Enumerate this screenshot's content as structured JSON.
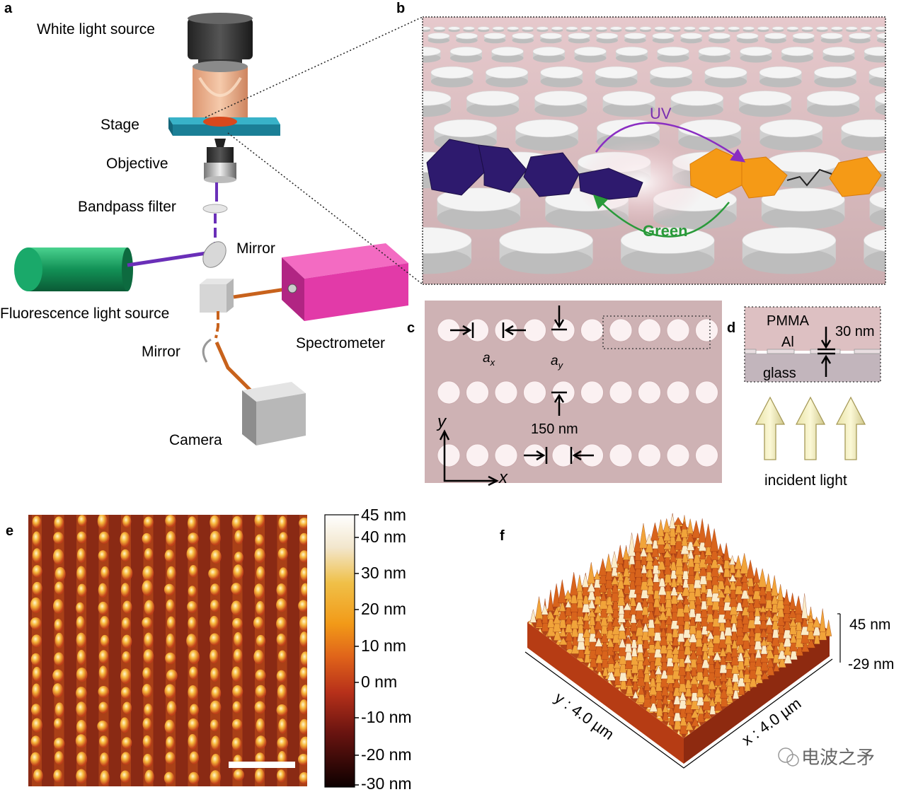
{
  "panels": {
    "a": {
      "letter": "a",
      "labels": {
        "white_light_source": "White light source",
        "stage": "Stage",
        "objective": "Objective",
        "bandpass_filter": "Bandpass filter",
        "mirror_top": "Mirror",
        "fluorescence_light_source": "Fluorescence light source",
        "mirror_bottom": "Mirror",
        "spectrometer": "Spectrometer",
        "camera": "Camera"
      }
    },
    "b": {
      "letter": "b",
      "uv": "UV",
      "green": "Green"
    },
    "c": {
      "letter": "c",
      "ax_a": "a",
      "ax_sub": "x",
      "ay_a": "a",
      "ay_sub": "y",
      "size": "150 nm",
      "axis_y": "y",
      "axis_x": "x"
    },
    "d": {
      "letter": "d",
      "pmma": "PMMA",
      "al": "Al",
      "thickness": "30 nm",
      "glass": "glass",
      "incident": "incident light"
    },
    "e": {
      "letter": "e",
      "colorbar_ticks": [
        "45 nm",
        "40 nm",
        "30 nm",
        "20 nm",
        "10 nm",
        "0 nm",
        "-10 nm",
        "-20 nm",
        "-30 nm"
      ]
    },
    "f": {
      "letter": "f",
      "z_max": "45 nm",
      "z_min": "-29 nm",
      "y_axis": "y : 4.0 µm",
      "x_axis": "x : 4.0 µm"
    }
  },
  "watermark": "电波之矛",
  "colors": {
    "purple_laser": "#6a2fb8",
    "orange_beam": "#c8621c",
    "stage": "#1f8fa8",
    "spectrometer": "#e23aa8",
    "fluorescence_source": "#13905a",
    "substrate": "#d4b2b4",
    "molecule_closed": "#2e1a6e",
    "molecule_open": "#f59a16"
  }
}
